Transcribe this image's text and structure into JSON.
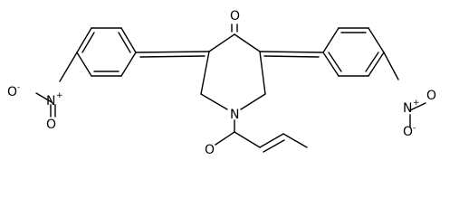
{
  "molecule": {
    "atoms": {
      "carbonyl_o": "O",
      "ring_n": "N",
      "acyl_o": "O",
      "left_nitro_n": "N",
      "left_nitro_o_upper": "O",
      "left_nitro_o_lower": "O",
      "right_nitro_n": "N",
      "right_nitro_o_upper": "O",
      "right_nitro_o_lower": "O"
    },
    "charges": {
      "left_nitro_n": "+",
      "left_nitro_o_upper": "-",
      "right_nitro_n": "+",
      "right_nitro_o_lower": "-"
    }
  }
}
